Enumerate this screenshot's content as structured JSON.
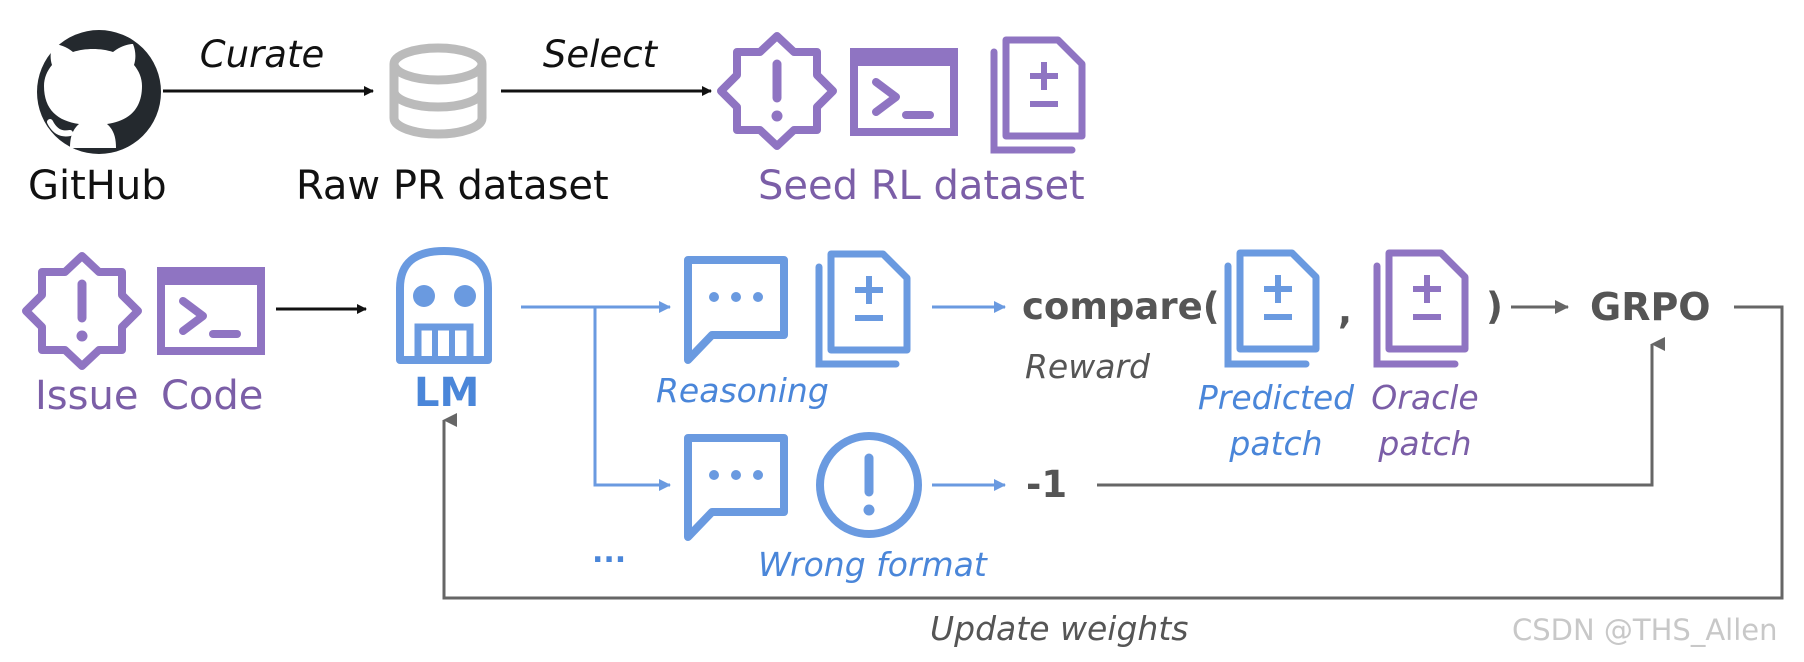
{
  "top_row": {
    "github_label": "GitHub",
    "curate_label": "Curate",
    "raw_pr_label": "Raw PR dataset",
    "select_label": "Select",
    "seed_rl_label": "Seed RL dataset"
  },
  "bottom_row": {
    "issue_label": "Issue",
    "code_label": "Code",
    "lm_label": "LM",
    "reasoning_label": "Reasoning",
    "compare_label": "compare(",
    "compare_close": ")",
    "comma": ",",
    "reward_label": "Reward",
    "predicted_patch_line1": "Predicted",
    "predicted_patch_line2": "patch",
    "oracle_patch_line1": "Oracle",
    "oracle_patch_line2": "patch",
    "grpo_label": "GRPO",
    "neg_one_label": "-1",
    "wrong_format_label": "Wrong format",
    "ellipsis_label": "...",
    "update_weights_label": "Update weights"
  },
  "watermark": "CSDN @THS_Allen",
  "colors": {
    "purple": "#7b5ea7",
    "blue": "#4a86d9",
    "gray": "#555555",
    "light_gray": "#bbbbbb",
    "black": "#111111"
  },
  "icons": [
    "github-icon",
    "database-icon",
    "issue-badge-icon",
    "terminal-icon",
    "diff-file-icon",
    "robot-icon",
    "chat-bubble-icon",
    "exclamation-circle-icon"
  ]
}
